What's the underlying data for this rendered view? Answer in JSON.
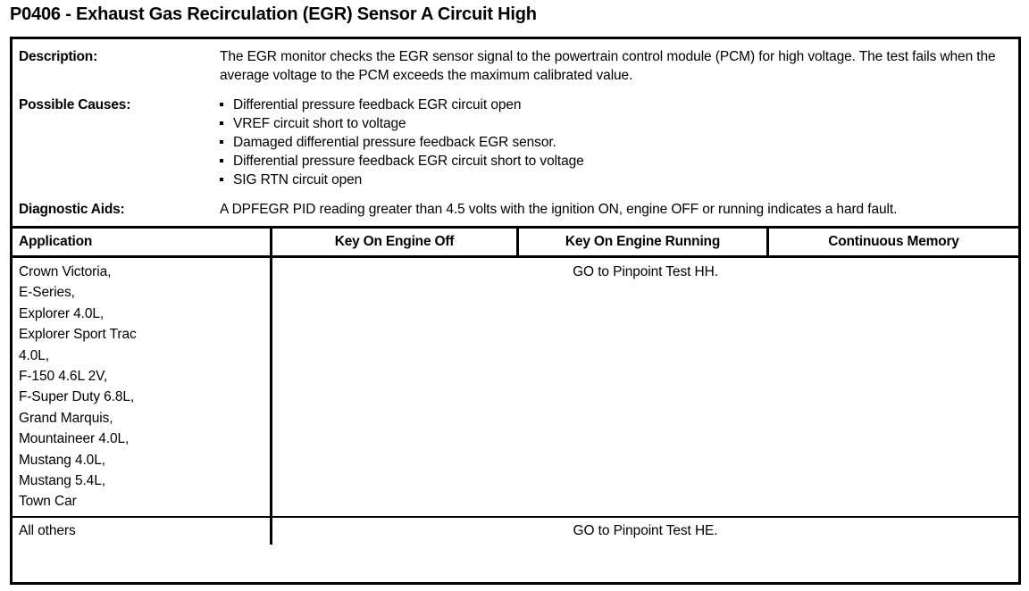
{
  "page": {
    "title": "P0406 - Exhaust Gas Recirculation (EGR) Sensor A Circuit High"
  },
  "info": {
    "description": {
      "label": "Description:",
      "text": "The EGR monitor checks the EGR sensor signal to the powertrain control module (PCM) for high voltage. The test fails when the average voltage to the PCM exceeds the maximum calibrated value."
    },
    "possible_causes": {
      "label": "Possible Causes:",
      "items": [
        "Differential pressure feedback EGR circuit open",
        "VREF circuit short to voltage",
        "Damaged differential pressure feedback EGR sensor.",
        "Differential pressure feedback EGR circuit short to voltage",
        "SIG RTN circuit open"
      ]
    },
    "diagnostic_aids": {
      "label": "Diagnostic Aids:",
      "text": "A DPFEGR PID reading greater than 4.5 volts with the ignition ON, engine OFF or running indicates a hard fault."
    }
  },
  "application_table": {
    "headers": {
      "application": "Application",
      "key_on_engine_off": "Key On Engine Off",
      "key_on_engine_running": "Key On Engine Running",
      "continuous_memory": "Continuous Memory"
    },
    "rows": [
      {
        "applications": [
          "Crown Victoria,",
          "E-Series,",
          "Explorer 4.0L,",
          "Explorer Sport Trac",
          "4.0L,",
          "F-150 4.6L 2V,",
          "F-Super Duty 6.8L,",
          "Grand Marquis,",
          "Mountaineer 4.0L,",
          "Mustang 4.0L,",
          "Mustang 5.4L,",
          "Town Car"
        ],
        "result": "GO to Pinpoint Test HH."
      },
      {
        "applications": [
          "All others"
        ],
        "result": "GO to Pinpoint Test HE."
      }
    ]
  }
}
